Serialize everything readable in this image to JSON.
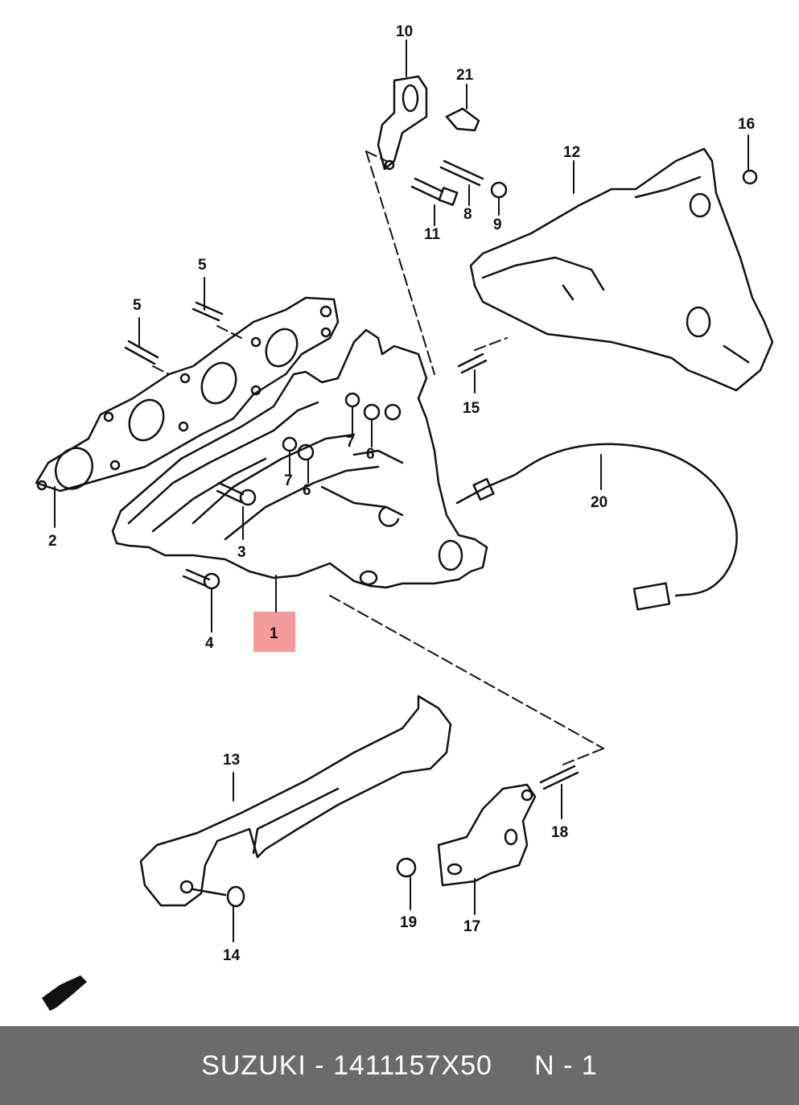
{
  "diagram": {
    "highlight_color": "#f28b8b",
    "callouts": [
      {
        "id": "c1",
        "text": "1"
      },
      {
        "id": "c2",
        "text": "2"
      },
      {
        "id": "c3",
        "text": "3"
      },
      {
        "id": "c4",
        "text": "4"
      },
      {
        "id": "c5a",
        "text": "5"
      },
      {
        "id": "c5b",
        "text": "5"
      },
      {
        "id": "c6a",
        "text": "6"
      },
      {
        "id": "c6b",
        "text": "6"
      },
      {
        "id": "c7a",
        "text": "7"
      },
      {
        "id": "c7b",
        "text": "7"
      },
      {
        "id": "c8",
        "text": "8"
      },
      {
        "id": "c9",
        "text": "9"
      },
      {
        "id": "c10",
        "text": "10"
      },
      {
        "id": "c11",
        "text": "11"
      },
      {
        "id": "c12",
        "text": "12"
      },
      {
        "id": "c13",
        "text": "13"
      },
      {
        "id": "c14",
        "text": "14"
      },
      {
        "id": "c15",
        "text": "15"
      },
      {
        "id": "c16",
        "text": "16"
      },
      {
        "id": "c17",
        "text": "17"
      },
      {
        "id": "c18",
        "text": "18"
      },
      {
        "id": "c19",
        "text": "19"
      },
      {
        "id": "c20",
        "text": "20"
      },
      {
        "id": "c21",
        "text": "21"
      }
    ]
  },
  "footer": {
    "text": "SUZUKI - 1411157X50     N - 1",
    "background": "#6b6b6b"
  }
}
